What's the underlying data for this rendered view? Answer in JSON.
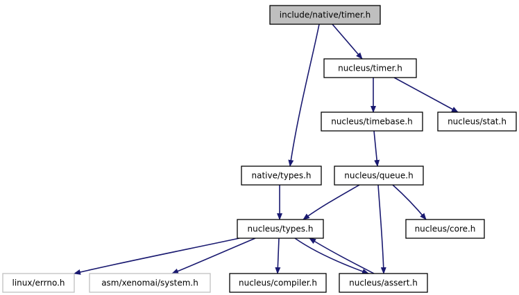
{
  "colors": {
    "edge": "#191970",
    "node_border": "#000000",
    "node_fill": "#ffffff",
    "root_fill": "#bfbfbf",
    "external_border": "#bfbfbf",
    "text": "#000000"
  },
  "nodes": [
    {
      "id": "include-native-timer-h",
      "label": "include/native/timer.h",
      "kind": "root"
    },
    {
      "id": "nucleus-timer-h",
      "label": "nucleus/timer.h",
      "kind": "normal"
    },
    {
      "id": "nucleus-timebase-h",
      "label": "nucleus/timebase.h",
      "kind": "normal"
    },
    {
      "id": "nucleus-stat-h",
      "label": "nucleus/stat.h",
      "kind": "normal"
    },
    {
      "id": "native-types-h",
      "label": "native/types.h",
      "kind": "normal"
    },
    {
      "id": "nucleus-queue-h",
      "label": "nucleus/queue.h",
      "kind": "normal"
    },
    {
      "id": "nucleus-types-h",
      "label": "nucleus/types.h",
      "kind": "normal"
    },
    {
      "id": "nucleus-core-h",
      "label": "nucleus/core.h",
      "kind": "normal"
    },
    {
      "id": "linux-errno-h",
      "label": "linux/errno.h",
      "kind": "external"
    },
    {
      "id": "asm-xenomai-system-h",
      "label": "asm/xenomai/system.h",
      "kind": "external"
    },
    {
      "id": "nucleus-compiler-h",
      "label": "nucleus/compiler.h",
      "kind": "normal"
    },
    {
      "id": "nucleus-assert-h",
      "label": "nucleus/assert.h",
      "kind": "normal"
    }
  ],
  "edges": [
    {
      "from": "include-native-timer-h",
      "to": "native-types-h"
    },
    {
      "from": "include-native-timer-h",
      "to": "nucleus-timer-h"
    },
    {
      "from": "nucleus-timer-h",
      "to": "nucleus-timebase-h"
    },
    {
      "from": "nucleus-timer-h",
      "to": "nucleus-stat-h"
    },
    {
      "from": "nucleus-timebase-h",
      "to": "nucleus-queue-h"
    },
    {
      "from": "native-types-h",
      "to": "nucleus-types-h"
    },
    {
      "from": "nucleus-queue-h",
      "to": "nucleus-types-h"
    },
    {
      "from": "nucleus-queue-h",
      "to": "nucleus-core-h"
    },
    {
      "from": "nucleus-queue-h",
      "to": "nucleus-assert-h"
    },
    {
      "from": "nucleus-types-h",
      "to": "linux-errno-h"
    },
    {
      "from": "nucleus-types-h",
      "to": "asm-xenomai-system-h"
    },
    {
      "from": "nucleus-types-h",
      "to": "nucleus-compiler-h"
    },
    {
      "from": "nucleus-types-h",
      "to": "nucleus-assert-h"
    },
    {
      "from": "nucleus-assert-h",
      "to": "nucleus-types-h"
    }
  ]
}
